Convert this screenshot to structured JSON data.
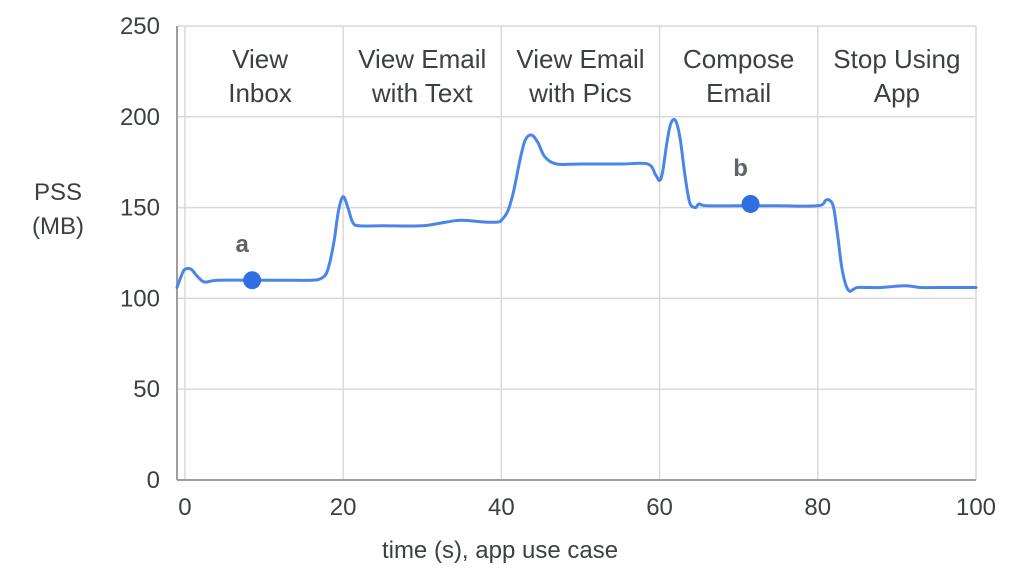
{
  "chart_data": {
    "type": "line",
    "xlabel": "time (s), app use case",
    "ylabel": [
      "PSS",
      "(MB)"
    ],
    "xlim": [
      -1,
      100
    ],
    "ylim": [
      0,
      250
    ],
    "x_ticks": [
      0,
      20,
      40,
      60,
      80,
      100
    ],
    "y_ticks": [
      0,
      50,
      100,
      150,
      200,
      250
    ],
    "grid": true,
    "line_color": "#4a86e8",
    "marker_color": "#2f6fe0",
    "phases": [
      {
        "label": [
          "View",
          "Inbox"
        ],
        "x_start": -1,
        "x_end": 20
      },
      {
        "label": [
          "View Email",
          "with Text"
        ],
        "x_start": 20,
        "x_end": 40
      },
      {
        "label": [
          "View Email",
          "with Pics"
        ],
        "x_start": 40,
        "x_end": 60
      },
      {
        "label": [
          "Compose",
          "Email"
        ],
        "x_start": 60,
        "x_end": 80
      },
      {
        "label": [
          "Stop Using",
          "App"
        ],
        "x_start": 80,
        "x_end": 100
      }
    ],
    "series": [
      {
        "x": [
          -1,
          -0.4,
          0,
          0.8,
          1.6,
          2.5,
          4,
          8,
          12,
          16,
          17.2,
          18,
          18.8,
          19.4,
          20,
          20.6,
          21.2,
          22,
          25,
          30,
          33,
          35,
          38,
          39.5,
          40,
          40.8,
          41.5,
          42.3,
          43,
          43.8,
          44.6,
          45.5,
          47,
          50,
          55,
          58.5,
          59.5,
          60,
          60.4,
          60.9,
          61.4,
          62,
          62.6,
          63.2,
          63.8,
          64.5,
          65,
          66,
          70,
          75,
          80,
          81,
          81.5,
          82,
          82.5,
          83,
          83.5,
          84,
          84.5,
          85,
          86,
          88,
          91,
          93,
          95,
          100
        ],
        "y": [
          106,
          113,
          116,
          116,
          112,
          109,
          110,
          110,
          110,
          110,
          111,
          115,
          130,
          148,
          156,
          150,
          142,
          140,
          140,
          140,
          142,
          143,
          142,
          142,
          143,
          148,
          158,
          175,
          187,
          190,
          186,
          178,
          174,
          174,
          174,
          174,
          168,
          165,
          170,
          185,
          196,
          198,
          188,
          168,
          153,
          150,
          152,
          151,
          151,
          151,
          151,
          154,
          154,
          150,
          135,
          118,
          108,
          104,
          105,
          106,
          106,
          106,
          107,
          106,
          106,
          106
        ]
      }
    ],
    "points": [
      {
        "label": "a",
        "x": 8.5,
        "y": 110
      },
      {
        "label": "b",
        "x": 71.5,
        "y": 152
      }
    ]
  }
}
